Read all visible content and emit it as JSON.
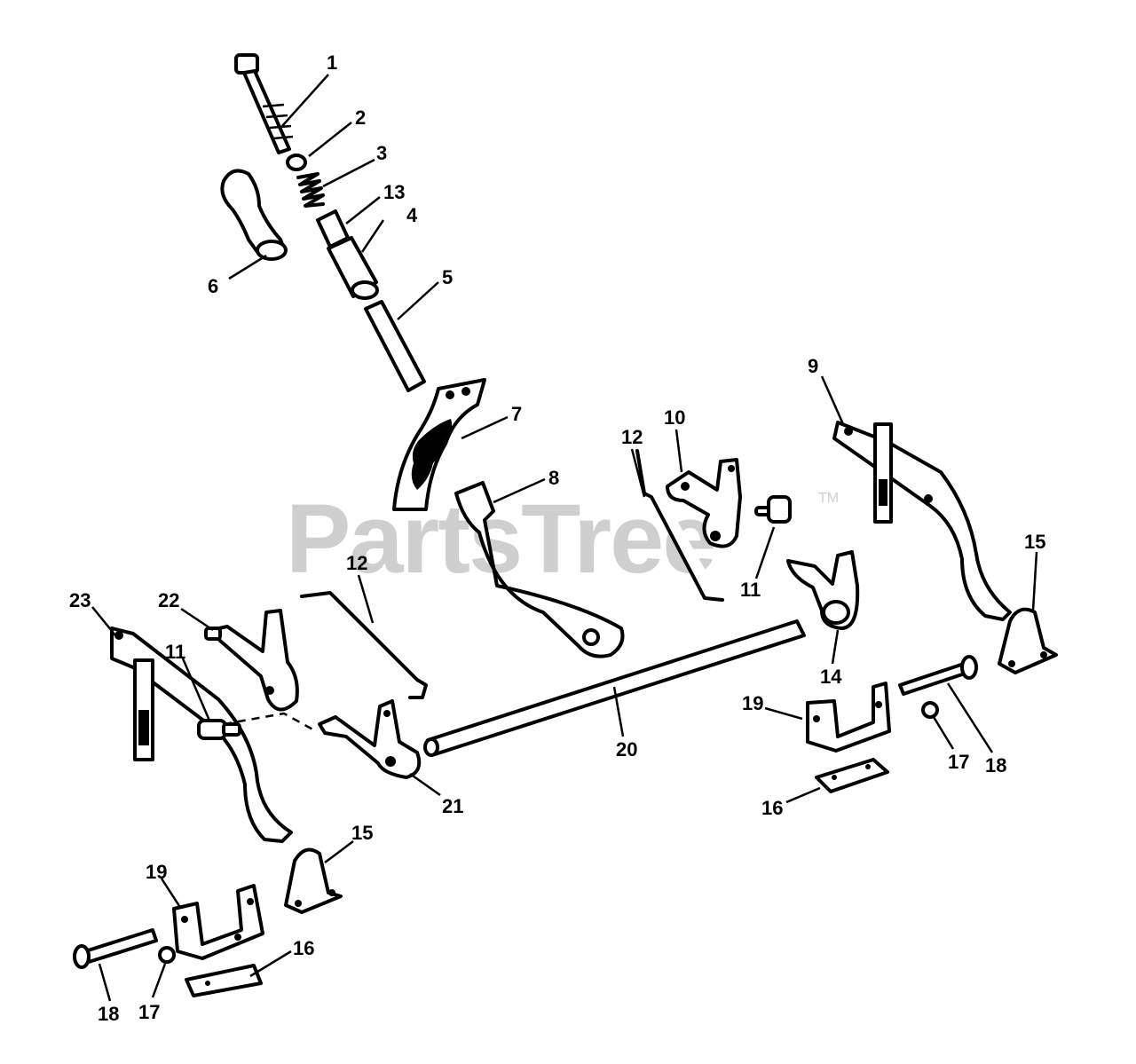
{
  "watermark": {
    "text": "PartsTree",
    "tm": "TM"
  },
  "callouts": [
    {
      "id": "c1",
      "text": "1"
    },
    {
      "id": "c2",
      "text": "2"
    },
    {
      "id": "c3",
      "text": "3"
    },
    {
      "id": "c13",
      "text": "13"
    },
    {
      "id": "c4",
      "text": "4"
    },
    {
      "id": "c6",
      "text": "6"
    },
    {
      "id": "c5",
      "text": "5"
    },
    {
      "id": "c7",
      "text": "7"
    },
    {
      "id": "c8",
      "text": "8"
    },
    {
      "id": "c12a",
      "text": "12"
    },
    {
      "id": "c10",
      "text": "10"
    },
    {
      "id": "c9",
      "text": "9"
    },
    {
      "id": "c11a",
      "text": "11"
    },
    {
      "id": "c15a",
      "text": "15"
    },
    {
      "id": "c23",
      "text": "23"
    },
    {
      "id": "c22",
      "text": "22"
    },
    {
      "id": "c12b",
      "text": "12"
    },
    {
      "id": "c11b",
      "text": "11"
    },
    {
      "id": "c14",
      "text": "14"
    },
    {
      "id": "c19a",
      "text": "19"
    },
    {
      "id": "c20",
      "text": "20"
    },
    {
      "id": "c17a",
      "text": "17"
    },
    {
      "id": "c18a",
      "text": "18"
    },
    {
      "id": "c21",
      "text": "21"
    },
    {
      "id": "c16a",
      "text": "16"
    },
    {
      "id": "c15b",
      "text": "15"
    },
    {
      "id": "c19b",
      "text": "19"
    },
    {
      "id": "c16b",
      "text": "16"
    },
    {
      "id": "c18b",
      "text": "18"
    },
    {
      "id": "c17b",
      "text": "17"
    }
  ]
}
